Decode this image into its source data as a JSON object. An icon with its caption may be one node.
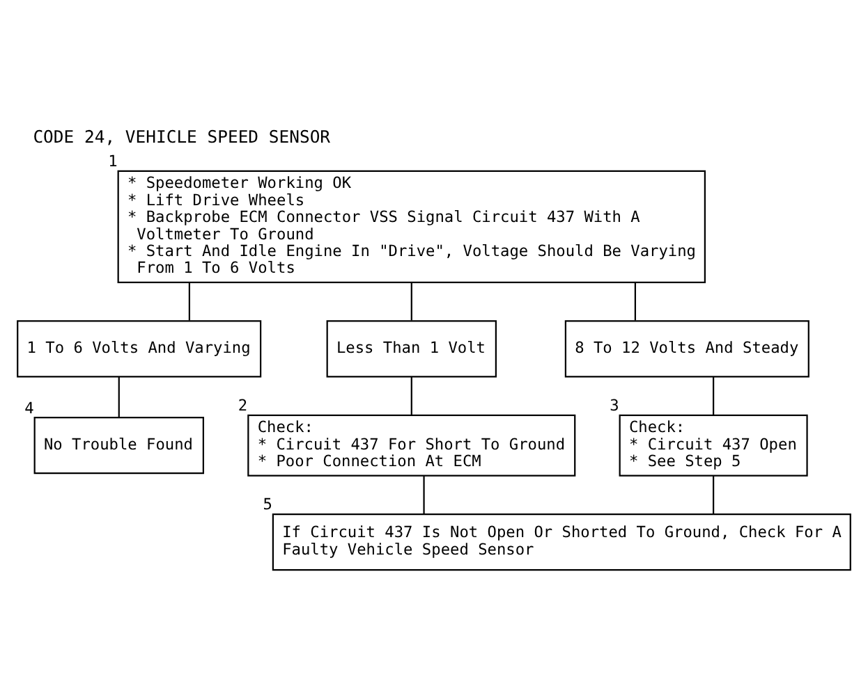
{
  "diagram": {
    "title": "CODE 24, VEHICLE SPEED SENSOR",
    "nodes": [
      {
        "text": [
          "* Speedometer Working OK",
          "* Lift Drive Wheels",
          "* Backprobe ECM Connector VSS Signal Circuit 437 With A Voltmeter To Ground",
          "* Start And Idle Engine In \"Drive\", Voltage Should Be Varying From 1 To 6 Volts"
        ],
        "beside": [
          "1"
        ]
      },
      {
        "text": [
          "1 To 6 Volts And Varying"
        ]
      },
      {
        "text": [
          "No Trouble Found"
        ],
        "beside": [
          "4"
        ]
      },
      {
        "text": [
          "Less Than 1 Volt"
        ]
      },
      {
        "text": [
          "8 To 12 Volts And Steady"
        ]
      },
      {
        "text": [
          "Check:",
          "* Circuit 437 For Short To Ground",
          "* Poor Connection At ECM"
        ],
        "beside": [
          "2"
        ]
      },
      {
        "text": [
          "Check:",
          "* Circuit 437 Open",
          "* See Step 5"
        ],
        "beside": [
          "3"
        ]
      },
      {
        "text": [
          "If Circuit 437 Is Not Open Or Shorted To Ground, Check For A Faulty Vehicle Speed Sensor"
        ],
        "beside": [
          "5"
        ]
      }
    ],
    "edges": [
      {
        "from": 0,
        "to": 1,
        "arrow": "none"
      },
      {
        "from": 1,
        "to": 2,
        "arrow": "none"
      },
      {
        "from": 0,
        "to": 3,
        "arrow": "none"
      },
      {
        "from": 0,
        "to": 4,
        "arrow": "none"
      },
      {
        "from": 3,
        "to": 5,
        "arrow": "none"
      },
      {
        "from": 4,
        "to": 6,
        "arrow": "none"
      },
      {
        "from": 5,
        "to": 7,
        "arrow": "none"
      },
      {
        "from": 6,
        "to": 7,
        "arrow": "none"
      }
    ]
  }
}
